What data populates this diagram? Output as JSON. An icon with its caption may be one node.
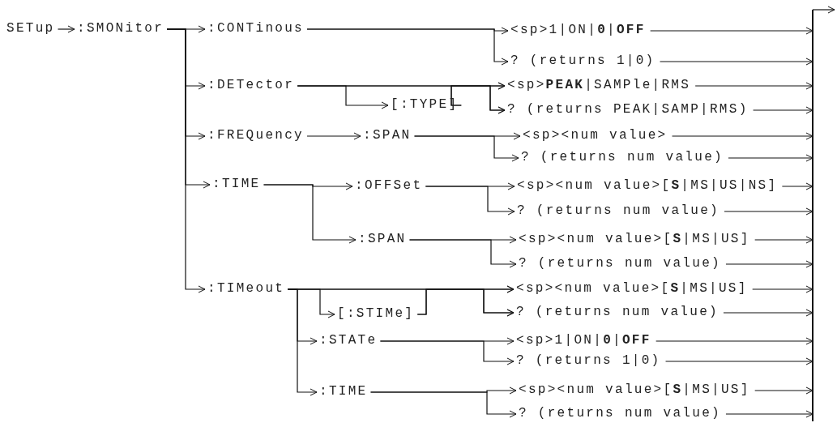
{
  "diagram": {
    "nodes": [
      {
        "text": [
          "SETup"
        ]
      },
      {
        "text": [
          ":SMONitor"
        ]
      },
      {
        "text": [
          ":CONTinous"
        ]
      },
      {
        "text": [
          "<sp>1|ON|**0**|**OFF**"
        ]
      },
      {
        "text": [
          "? (returns 1|0)"
        ]
      },
      {
        "text": [
          ":DETector"
        ]
      },
      {
        "text": [
          "[:TYPE]"
        ]
      },
      {
        "text": [
          "<sp>**PEAK**|SAMPle|RMS"
        ]
      },
      {
        "text": [
          "? (returns PEAK|SAMP|RMS)"
        ]
      },
      {
        "text": [
          ":FREQuency"
        ]
      },
      {
        "text": [
          ":SPAN"
        ]
      },
      {
        "text": [
          "<sp><num value>"
        ]
      },
      {
        "text": [
          "? (returns num value)"
        ]
      },
      {
        "text": [
          ":TIME"
        ]
      },
      {
        "text": [
          ":OFFSet"
        ]
      },
      {
        "text": [
          "<sp><num value>[**S**|MS|US|NS]"
        ]
      },
      {
        "text": [
          "? (returns num value)"
        ]
      },
      {
        "text": [
          ":SPAN"
        ]
      },
      {
        "text": [
          "<sp><num value>[**S**|MS|US]"
        ]
      },
      {
        "text": [
          "? (returns num value)"
        ]
      },
      {
        "text": [
          ":TIMeout"
        ]
      },
      {
        "text": [
          "[:STIMe]"
        ]
      },
      {
        "text": [
          "<sp><num value>[**S**|MS|US]"
        ]
      },
      {
        "text": [
          "? (returns num value)"
        ]
      },
      {
        "text": [
          ":STATe"
        ]
      },
      {
        "text": [
          "<sp>1|ON|**0**|**OFF**"
        ]
      },
      {
        "text": [
          "? (returns 1|0)"
        ]
      },
      {
        "text": [
          ":TIME"
        ]
      },
      {
        "text": [
          "<sp><num value>[**S**|MS|US]"
        ]
      },
      {
        "text": [
          "? (returns num value)"
        ]
      },
      {
        "text": [],
        "shape": "bar"
      }
    ],
    "edges": [
      {
        "from": 0,
        "to": 1,
        "arrow": "to"
      },
      {
        "from": 1,
        "to": 2,
        "arrow": "to"
      },
      {
        "from": 1,
        "to": 5,
        "arrow": "to"
      },
      {
        "from": 1,
        "to": 9,
        "arrow": "to"
      },
      {
        "from": 1,
        "to": 13,
        "arrow": "to"
      },
      {
        "from": 1,
        "to": 20,
        "arrow": "to"
      },
      {
        "from": 2,
        "to": 3,
        "arrow": "to"
      },
      {
        "from": 2,
        "to": 4,
        "arrow": "to"
      },
      {
        "from": 5,
        "to": 6,
        "arrow": "to"
      },
      {
        "from": 5,
        "to": 7,
        "arrow": "to"
      },
      {
        "from": 5,
        "to": 8,
        "arrow": "to"
      },
      {
        "from": 6,
        "to": 7,
        "arrow": "to"
      },
      {
        "from": 6,
        "to": 8,
        "arrow": "to"
      },
      {
        "from": 9,
        "to": 10,
        "arrow": "to"
      },
      {
        "from": 10,
        "to": 11,
        "arrow": "to"
      },
      {
        "from": 10,
        "to": 12,
        "arrow": "to"
      },
      {
        "from": 13,
        "to": 14,
        "arrow": "to"
      },
      {
        "from": 13,
        "to": 17,
        "arrow": "to"
      },
      {
        "from": 14,
        "to": 15,
        "arrow": "to"
      },
      {
        "from": 14,
        "to": 16,
        "arrow": "to"
      },
      {
        "from": 17,
        "to": 18,
        "arrow": "to"
      },
      {
        "from": 17,
        "to": 19,
        "arrow": "to"
      },
      {
        "from": 20,
        "to": 21,
        "arrow": "to"
      },
      {
        "from": 20,
        "to": 22,
        "arrow": "to"
      },
      {
        "from": 20,
        "to": 23,
        "arrow": "to"
      },
      {
        "from": 21,
        "to": 22,
        "arrow": "to"
      },
      {
        "from": 21,
        "to": 23,
        "arrow": "to"
      },
      {
        "from": 20,
        "to": 24,
        "arrow": "to"
      },
      {
        "from": 20,
        "to": 27,
        "arrow": "to"
      },
      {
        "from": 24,
        "to": 25,
        "arrow": "to"
      },
      {
        "from": 24,
        "to": 26,
        "arrow": "to"
      },
      {
        "from": 27,
        "to": 28,
        "arrow": "to"
      },
      {
        "from": 27,
        "to": 29,
        "arrow": "to"
      },
      {
        "from": 3,
        "to": 30,
        "arrow": "to"
      },
      {
        "from": 4,
        "to": 30,
        "arrow": "to"
      },
      {
        "from": 7,
        "to": 30,
        "arrow": "to"
      },
      {
        "from": 8,
        "to": 30,
        "arrow": "to"
      },
      {
        "from": 11,
        "to": 30,
        "arrow": "to"
      },
      {
        "from": 12,
        "to": 30,
        "arrow": "to"
      },
      {
        "from": 15,
        "to": 30,
        "arrow": "to"
      },
      {
        "from": 16,
        "to": 30,
        "arrow": "to"
      },
      {
        "from": 18,
        "to": 30,
        "arrow": "to"
      },
      {
        "from": 19,
        "to": 30,
        "arrow": "to"
      },
      {
        "from": 22,
        "to": 30,
        "arrow": "to"
      },
      {
        "from": 23,
        "to": 30,
        "arrow": "to"
      },
      {
        "from": 25,
        "to": 30,
        "arrow": "to"
      },
      {
        "from": 26,
        "to": 30,
        "arrow": "to"
      },
      {
        "from": 28,
        "to": 30,
        "arrow": "to"
      },
      {
        "from": 29,
        "to": 30,
        "arrow": "to"
      },
      {
        "from": 30,
        "to": null,
        "arrow": "to"
      }
    ]
  }
}
